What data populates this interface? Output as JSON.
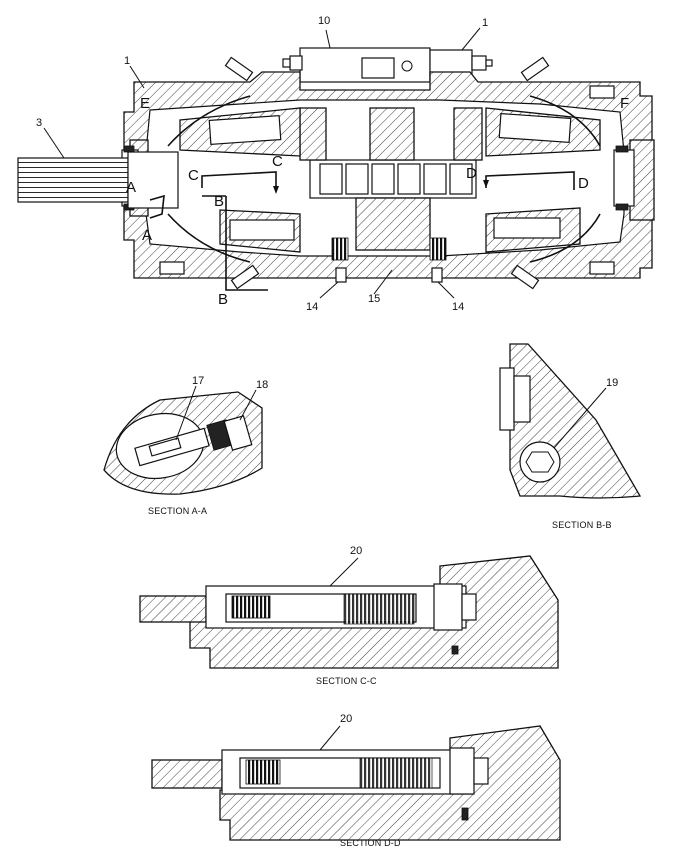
{
  "main_view": {
    "callouts": [
      "10",
      "1",
      "1",
      "3",
      "14",
      "15",
      "14"
    ],
    "section_letters": [
      "E",
      "F",
      "A",
      "A",
      "B",
      "B",
      "C",
      "C",
      "D",
      "D"
    ]
  },
  "section_aa": {
    "caption": "SECTION A-A",
    "callouts": [
      "17",
      "18"
    ]
  },
  "section_bb": {
    "caption": "SECTION B-B",
    "callouts": [
      "19"
    ]
  },
  "section_cc": {
    "caption": "SECTION C-C",
    "callouts": [
      "20"
    ]
  },
  "section_dd": {
    "caption": "SECTION D-D",
    "callouts": [
      "20"
    ]
  },
  "colors": {
    "line": "#111111",
    "background": "#ffffff"
  }
}
